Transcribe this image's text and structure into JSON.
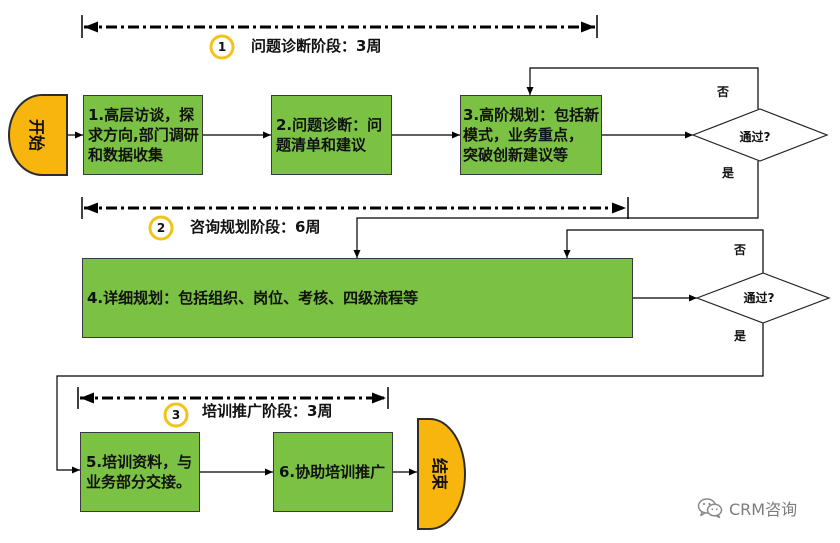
{
  "phases": [
    {
      "number": "1",
      "label": "问题诊断阶段：3周"
    },
    {
      "number": "2",
      "label": "咨询规划阶段：6周"
    },
    {
      "number": "3",
      "label": "培训推广阶段：3周"
    }
  ],
  "terminals": {
    "start": "开始",
    "end": "结束"
  },
  "steps": [
    {
      "lines": [
        "1.高层访谈，探",
        "求方向,部门调研",
        "和数据收集"
      ]
    },
    {
      "lines": [
        "2.问题诊断：问",
        "题清单和建议"
      ]
    },
    {
      "lines": [
        "3.高阶规划：包括新",
        "模式，业务重点，",
        "突破创新建议等"
      ]
    },
    {
      "lines": [
        "4.详细规划：包括组织、岗位、考核、四级流程等"
      ]
    },
    {
      "lines": [
        "5.培训资料，与",
        "业务部分交接。"
      ]
    },
    {
      "lines": [
        "6.协助培训推广"
      ]
    }
  ],
  "decisions": [
    {
      "question": "通过?",
      "no_label": "否",
      "yes_label": "是"
    },
    {
      "question": "通过?",
      "no_label": "否",
      "yes_label": "是"
    }
  ],
  "watermark": {
    "icon": "wechat-icon",
    "text": "CRM咨询"
  },
  "colors": {
    "step_fill": "#7bc143",
    "terminal_fill": "#f7b50d",
    "phase_marker_ring": "#f2c31b",
    "line": "#000000"
  }
}
